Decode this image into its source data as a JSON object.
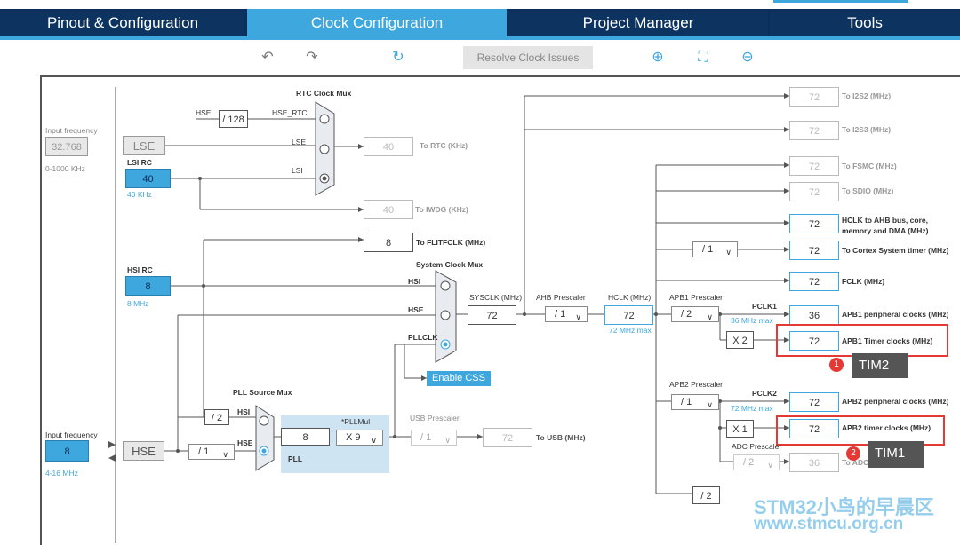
{
  "tabs": {
    "pinout": "Pinout & Configuration",
    "clock": "Clock Configuration",
    "project": "Project Manager",
    "tools": "Tools"
  },
  "toolbar": {
    "resolve": "Resolve Clock Issues",
    "undo_icon": "undo-icon",
    "redo_icon": "redo-icon",
    "refresh_icon": "refresh-icon",
    "zoom_in_icon": "zoom-in-icon",
    "fit_icon": "fit-icon",
    "zoom_out_icon": "zoom-out-icon"
  },
  "lse": {
    "input_label": "Input frequency",
    "input_value": "32.768",
    "range": "0-1000 KHz",
    "name": "LSE"
  },
  "lsi": {
    "label": "LSI RC",
    "value": "40",
    "unit": "40 KHz"
  },
  "hsi": {
    "label": "HSI RC",
    "value": "8",
    "unit": "8 MHz"
  },
  "hse": {
    "input_label": "Input frequency",
    "input_value": "8",
    "range": "4-16 MHz",
    "name": "HSE",
    "div_value": "/ 1"
  },
  "rtc": {
    "mux_label": "RTC Clock Mux",
    "hse_div": "/ 128",
    "hse_rtc": "HSE_RTC",
    "hse": "HSE",
    "lse": "LSE",
    "lsi": "LSI",
    "rtc_value": "40",
    "rtc_label": "To RTC (KHz)",
    "iwdg_value": "40",
    "iwdg_label": "To IWDG (KHz)"
  },
  "flit": {
    "value": "8",
    "label": "To FLITFCLK (MHz)"
  },
  "sysmux": {
    "label": "System Clock Mux",
    "hsi": "HSI",
    "hse": "HSE",
    "pllclk": "PLLCLK",
    "enable_css": "Enable CSS"
  },
  "sysclk": {
    "label": "SYSCLK (MHz)",
    "value": "72"
  },
  "ahb": {
    "label": "AHB Prescaler",
    "value": "/ 1"
  },
  "hclk": {
    "label": "HCLK (MHz)",
    "value": "72",
    "max": "72 MHz max"
  },
  "pllsrc": {
    "label": "PLL Source Mux",
    "div2": "/ 2",
    "hsi": "HSI",
    "hse": "HSE"
  },
  "pll": {
    "label": "PLL",
    "mul_label": "*PLLMul",
    "input_value": "8",
    "mul_value": "X 9"
  },
  "usb": {
    "label": "USB Prescaler",
    "div_value": "/ 1",
    "value": "72",
    "to_label": "To USB (MHz)"
  },
  "outputs": {
    "i2s2": {
      "value": "72",
      "label": "To I2S2 (MHz)"
    },
    "i2s3": {
      "value": "72",
      "label": "To I2S3 (MHz)"
    },
    "fsmc": {
      "value": "72",
      "label": "To FSMC (MHz)"
    },
    "sdio": {
      "value": "72",
      "label": "To SDIO (MHz)"
    },
    "hclk_ahb": {
      "value": "72",
      "label1": "HCLK to AHB bus, core,",
      "label2": "memory and DMA (MHz)"
    },
    "cortex": {
      "value": "72",
      "label": "To Cortex System timer (MHz)",
      "div": "/ 1"
    },
    "fclk": {
      "value": "72",
      "label": "FCLK (MHz)"
    },
    "apb1p": {
      "value": "36",
      "label": "APB1 peripheral clocks (MHz)"
    },
    "apb1t": {
      "value": "72",
      "label": "APB1 Timer clocks (MHz)"
    },
    "apb2p": {
      "value": "72",
      "label": "APB2 peripheral clocks (MHz)"
    },
    "apb2t": {
      "value": "72",
      "label": "APB2 timer clocks (MHz)"
    },
    "adc": {
      "value": "36",
      "label": "To ADC1,2,3"
    },
    "div2": {
      "value": "/ 2"
    }
  },
  "apb1": {
    "label": "APB1 Prescaler",
    "value": "/ 2",
    "pclk": "PCLK1",
    "max": "36 MHz max",
    "mult": "X 2"
  },
  "apb2": {
    "label": "APB2 Prescaler",
    "value": "/ 1",
    "pclk": "PCLK2",
    "max": "72 MHz max",
    "mult": "X 1"
  },
  "adcpre": {
    "label": "ADC Prescaler",
    "value": "/ 2"
  },
  "callouts": {
    "tim2_num": "1",
    "tim2": "TIM2",
    "tim1_num": "2",
    "tim1": "TIM1"
  },
  "watermark": {
    "text1": "STM32小鸟的早晨区",
    "text2": "www.stmcu.org.cn"
  },
  "colors": {
    "accent": "#3ea7de",
    "navy": "#0a2f5c",
    "red": "#e53935"
  }
}
